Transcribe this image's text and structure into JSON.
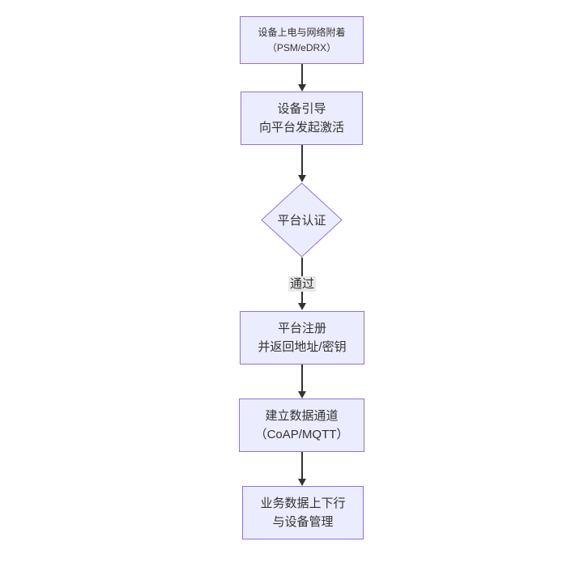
{
  "diagram": {
    "type": "flowchart-top-down",
    "nodes": [
      {
        "type": "process",
        "lines": [
          "设备上电与网络附着",
          "（PSM/eDRX）"
        ]
      },
      {
        "type": "process",
        "lines": [
          "设备引导",
          "向平台发起激活"
        ]
      },
      {
        "type": "decision",
        "lines": [
          "平台认证"
        ]
      },
      {
        "type": "process",
        "lines": [
          "平台注册",
          "并返回地址/密钥"
        ]
      },
      {
        "type": "process",
        "lines": [
          "建立数据通道",
          "（CoAP/MQTT）"
        ]
      },
      {
        "type": "process",
        "lines": [
          "业务数据上下行",
          "与设备管理"
        ]
      }
    ],
    "edges": [
      {
        "from": 0,
        "to": 1
      },
      {
        "from": 1,
        "to": 2
      },
      {
        "from": 2,
        "to": 3,
        "label": "通过"
      },
      {
        "from": 3,
        "to": 4
      },
      {
        "from": 4,
        "to": 5
      }
    ],
    "colors": {
      "node_fill": "#ECECFF",
      "node_border": "#9370DB",
      "edge": "#333333",
      "text": "#333333",
      "edge_label_bg": "#e8e8e8",
      "background": "#ffffff"
    }
  }
}
